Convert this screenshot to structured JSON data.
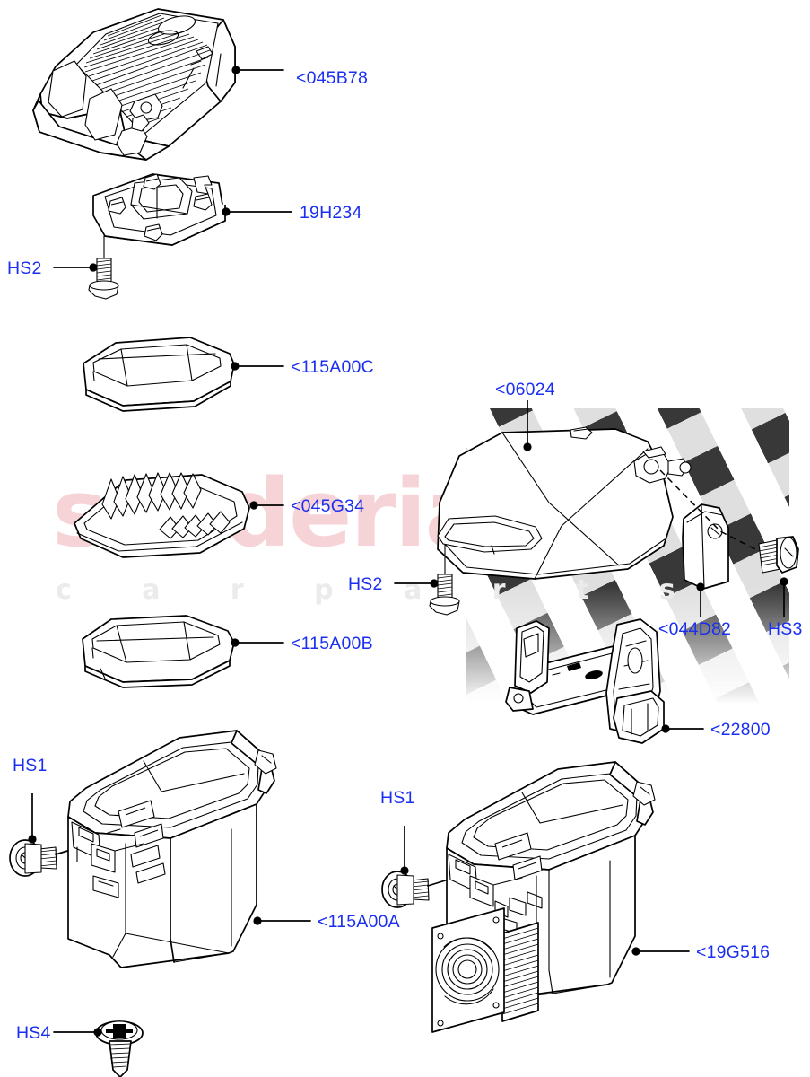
{
  "diagram": {
    "title": "Console Parts Exploded Assembly Diagram",
    "label_color": "#1a2ff0",
    "line_color": "#000000",
    "background": "#ffffff"
  },
  "watermark": {
    "brand": "scuderia",
    "tagline": "c a r p a r t s",
    "brand_color": "#f6d3d6",
    "tagline_color": "#ebebeb",
    "flag_color": "#dcdcdc",
    "flag_name": "checkered-flag"
  },
  "callouts": [
    {
      "id": "c1",
      "text": "<045B78",
      "part": "console-lid-ribbed-cover"
    },
    {
      "id": "c2",
      "text": "19H234",
      "part": "console-mounting-tray"
    },
    {
      "id": "c3",
      "text": "HS2",
      "part": "shoulder-bolt-upper"
    },
    {
      "id": "c4",
      "text": "<115A00C",
      "part": "storage-tray-c"
    },
    {
      "id": "c5",
      "text": "<045G34",
      "part": "rubber-mat-liner"
    },
    {
      "id": "c6",
      "text": "<115A00B",
      "part": "storage-tray-b"
    },
    {
      "id": "c7",
      "text": "<06024",
      "part": "armrest-lid"
    },
    {
      "id": "c8",
      "text": "HS2",
      "part": "shoulder-bolt-armrest"
    },
    {
      "id": "c9",
      "text": "<044D82",
      "part": "hinge-cover-cap"
    },
    {
      "id": "c10",
      "text": "HS3",
      "part": "hinge-pivot-screw"
    },
    {
      "id": "c11",
      "text": "<22800",
      "part": "console-support-bracket"
    },
    {
      "id": "c12",
      "text": "HS1",
      "part": "console-body-screw-left"
    },
    {
      "id": "c13",
      "text": "<115A00A",
      "part": "console-body-storage"
    },
    {
      "id": "c14",
      "text": "HS1",
      "part": "console-body-screw-right"
    },
    {
      "id": "c15",
      "text": "<19G516",
      "part": "console-body-cooler"
    },
    {
      "id": "c16",
      "text": "HS4",
      "part": "self-tapping-screw"
    }
  ]
}
